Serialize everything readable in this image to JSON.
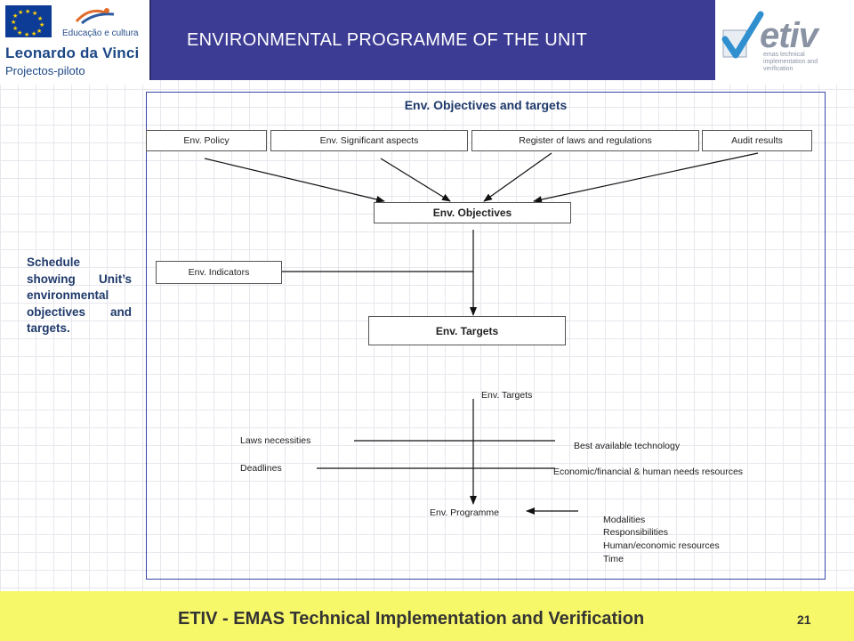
{
  "header": {
    "title": "ENVIRONMENTAL PROGRAMME OF THE UNIT",
    "left_logo": {
      "educ_label": "Educação e cultura",
      "program_name": "Leonardo da Vinci",
      "program_sub": "Projectos-piloto"
    },
    "right_logo": {
      "wordmark": "etiv",
      "tagline": "emas technical implementation and verification"
    }
  },
  "side_note": "Schedule showing Unit’s environmental objectives and targets.",
  "diagram": {
    "heading": "Env. Objectives and targets",
    "inputs": [
      "Env. Policy",
      "Env. Significant aspects",
      "Register of laws and regulations",
      "Audit results"
    ],
    "objectives": "Env. Objectives",
    "indicators": "Env. Indicators",
    "targets": "Env. Targets",
    "lower": {
      "targets_label": "Env. Targets",
      "left_factors": [
        "Laws necessities",
        "Deadlines"
      ],
      "right_factors": [
        "Best available technology",
        "Economic/financial & human needs resources"
      ],
      "programme_label": "Env. Programme",
      "programme_items": [
        "Modalities",
        "Responsibilities",
        "Human/economic resources",
        "Time"
      ]
    }
  },
  "footer": {
    "title": "ETIV - EMAS Technical Implementation and Verification",
    "page_number": "21"
  },
  "colors": {
    "title_banner": "#3d3c94",
    "footer_band": "#f7f76a",
    "frame_border": "#3b47a8",
    "heading_text": "#1f3a6b"
  }
}
